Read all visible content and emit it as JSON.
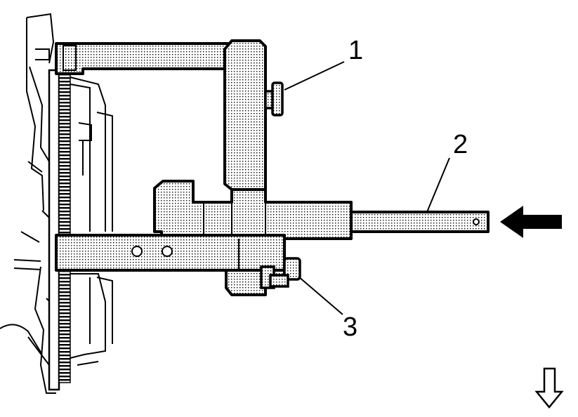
{
  "callouts": {
    "c1": "1",
    "c2": "2",
    "c3": "3"
  },
  "colors": {
    "ink": "#000000",
    "paper": "#ffffff",
    "stipple": "#000000"
  },
  "icons": {
    "push_arrow": "arrow-left-icon",
    "view_direction": "arrow-down-outline-icon"
  }
}
